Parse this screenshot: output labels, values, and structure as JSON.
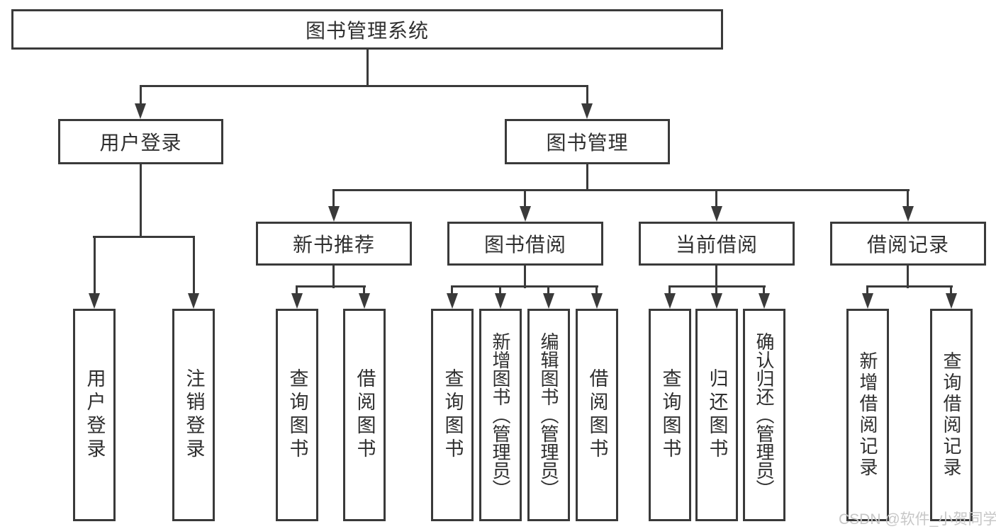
{
  "diagram_title": "图书管理系统",
  "tree": {
    "root": {
      "label": "图书管理系统"
    },
    "branches": [
      {
        "label": "用户登录",
        "leaves": [
          "用户登录",
          "注销登录"
        ]
      },
      {
        "label": "图书管理",
        "sections": [
          {
            "label": "新书推荐",
            "leaves": [
              "查询图书",
              "借阅图书"
            ]
          },
          {
            "label": "图书借阅",
            "leaves": [
              "查询图书",
              "新增图书（管理员）",
              "编辑图书（管理员）",
              "借阅图书"
            ]
          },
          {
            "label": "当前借阅",
            "leaves": [
              "查询图书",
              "归还图书",
              "确认归还（管理员）"
            ]
          },
          {
            "label": "借阅记录",
            "leaves": [
              "新增借阅记录",
              "查询借阅记录"
            ]
          }
        ]
      }
    ]
  },
  "watermark": {
    "text": "CSDN @软件_小贺同学",
    "color": "#c7c7c7"
  },
  "colors": {
    "line": "#3a3a3a",
    "text": "#2f2f2f",
    "background": "#ffffff"
  }
}
